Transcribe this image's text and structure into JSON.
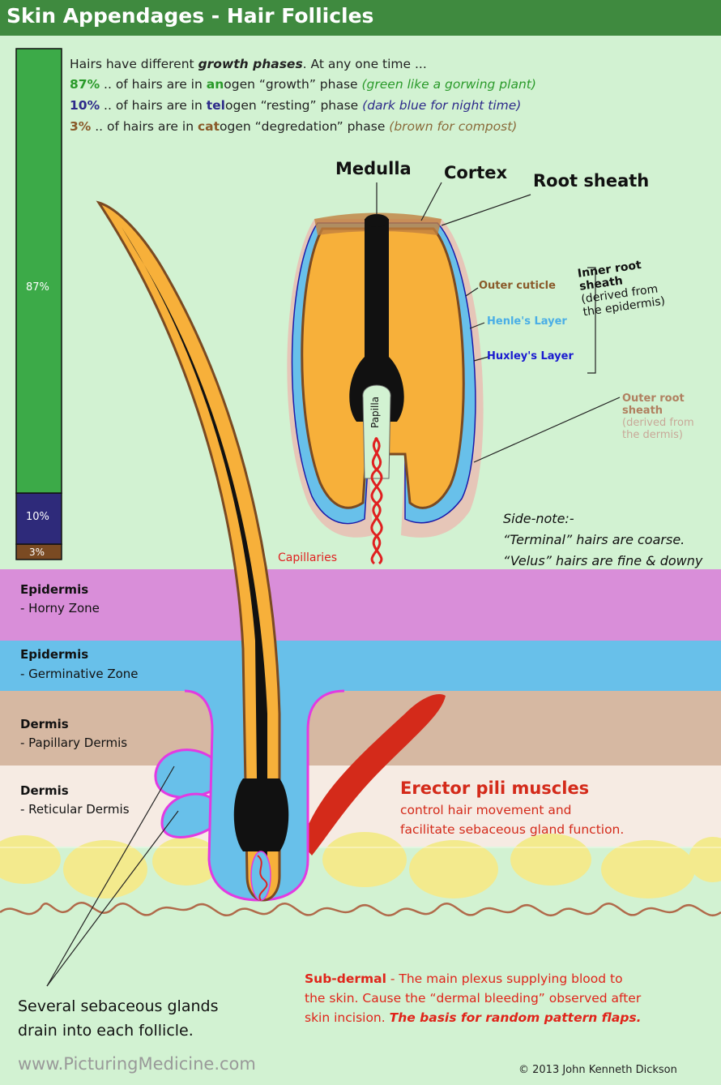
{
  "title": "Skin Appendages - Hair Follicles",
  "colors": {
    "title_bar": "#3f8a3f",
    "background": "#d2f2d2",
    "anagen": "#3caa48",
    "telogen": "#2e2a7a",
    "catagen": "#7a4a22",
    "horny_zone": "#d98ed9",
    "germinative_zone": "#68c0ea",
    "papillary_dermis": "#d6b8a2",
    "reticular_dermis": "#f6ebe3",
    "hair_shaft": "#f7b03a",
    "muscle": "#d42a1a",
    "capillaries": "#e02020"
  },
  "phases": {
    "intro_prefix": "Hairs have different ",
    "intro_bold": "growth phases",
    "intro_suffix": ". At any one time ...",
    "anagen": {
      "pct": "87%",
      "text_a": " .. of hairs are in ",
      "syllable": "an",
      "text_b": "ogen “growth” phase ",
      "note": "(green like a gorwing plant)"
    },
    "telogen": {
      "pct": "10%",
      "text_a": " .. of hairs are in ",
      "syllable": "tel",
      "text_b": "ogen “resting” phase ",
      "note": "(dark blue for night time)"
    },
    "catagen": {
      "pct": "3%",
      "text_a": " .. of hairs are in ",
      "syllable": "cat",
      "text_b": "ogen “degredation” phase ",
      "note": "(brown for compost)"
    }
  },
  "chart_data": {
    "type": "bar",
    "stacked": true,
    "categories": [
      "anagen",
      "telogen",
      "catagen"
    ],
    "values": [
      87,
      10,
      3
    ],
    "labels": [
      "87%",
      "10%",
      "3%"
    ]
  },
  "follicle_labels": {
    "medulla": "Medulla",
    "cortex": "Cortex",
    "root_sheath": "Root sheath",
    "outer_cuticle": "Outer cuticle",
    "henles_layer": "Henle's Layer",
    "huxleys_layer": "Huxley's Layer",
    "inner_root_sheath_1": "Inner root",
    "inner_root_sheath_2": "sheath",
    "inner_root_sheath_3": "(derived from",
    "inner_root_sheath_4": "the epidermis)",
    "outer_root_sheath_1": "Outer root",
    "outer_root_sheath_2": "sheath",
    "outer_root_sheath_3": "(derived from",
    "outer_root_sheath_4": "the dermis)",
    "papilla": "Papilla",
    "capillaries": "Capillaries"
  },
  "side_note": {
    "line1": "Side-note:-",
    "line2": "“Terminal” hairs are coarse.",
    "line3": "“Velus” hairs are fine & downy"
  },
  "layers": {
    "horny": {
      "title": "Epidermis",
      "sub": "- Horny Zone"
    },
    "germinative": {
      "title": "Epidermis",
      "sub": "- Germinative Zone"
    },
    "papillary": {
      "title": "Dermis",
      "sub": "- Papillary Dermis"
    },
    "reticular": {
      "title": "Dermis",
      "sub": "- Reticular Dermis"
    }
  },
  "erector": {
    "title": "Erector pili muscles",
    "line1": "control hair movement and",
    "line2": "facilitate sebaceous gland function."
  },
  "sebaceous": {
    "line1": "Several sebaceous glands",
    "line2": "drain into each follicle."
  },
  "subdermal": {
    "bold": "Sub-dermal",
    "line1": " - The main plexus supplying blood to",
    "line2": "the skin. Cause the “dermal bleeding” observed after",
    "line3": "skin incision. ",
    "line3_bold": "The basis for random pattern flaps."
  },
  "footer": {
    "website": "www.PicturingMedicine.com",
    "copyright": "© 2013 John Kenneth Dickson"
  }
}
